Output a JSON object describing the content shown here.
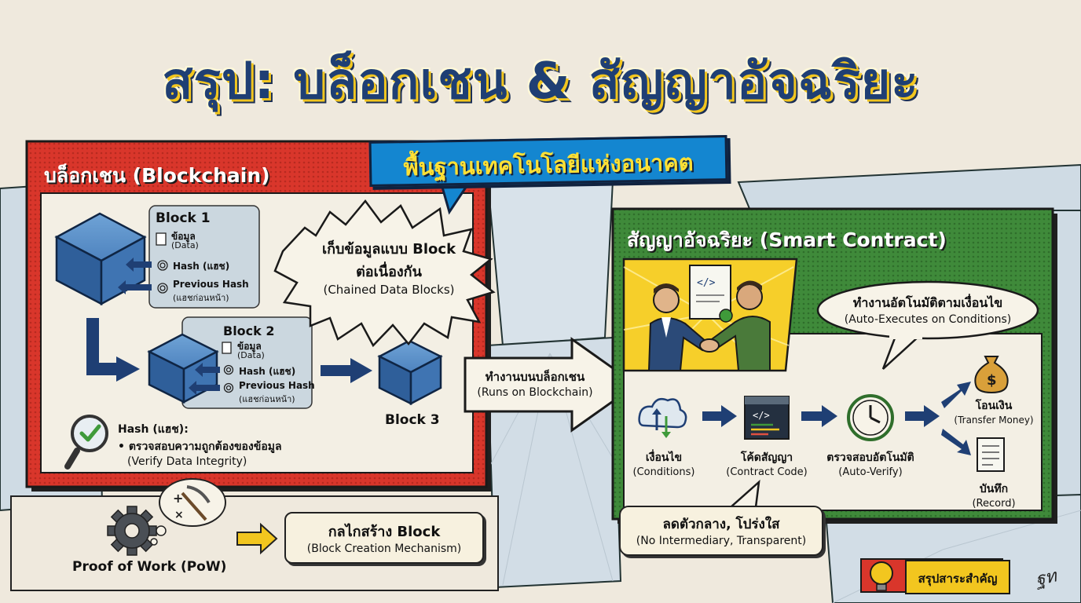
{
  "title": "สรุป: บล็อกเชน & สัญญาอัจฉริยะ",
  "banner": "พื้นฐานเทคโนโลยีแห่งอนาคต",
  "blockchain": {
    "title": "บล็อกเชน (Blockchain)",
    "block1": {
      "name": "Block 1",
      "data": "ข้อมูล",
      "data_en": "(Data)",
      "hash": "Hash (แฮช)",
      "prev": "Previous Hash",
      "prev_th": "(แฮชก่อนหน้า)"
    },
    "block2": {
      "name": "Block 2",
      "data": "ข้อมูล",
      "data_en": "(Data)",
      "hash": "Hash (แฮช)",
      "prev": "Previous Hash",
      "prev_th": "(แฮชก่อนหน้า)"
    },
    "block3": {
      "name": "Block 3"
    },
    "burst": {
      "line1": "เก็บข้อมูลแบบ Block",
      "line2": "ต่อเนื่องกัน",
      "line3": "(Chained Data Blocks)"
    },
    "hash_note": {
      "title": "Hash (แฮช):",
      "bullet": "ตรวจสอบความถูกต้องของข้อมูล",
      "en": "(Verify Data Integrity)"
    }
  },
  "pow": {
    "label": "Proof of Work (PoW)",
    "mechanism_line1": "กลไกสร้าง Block",
    "mechanism_line2": "(Block Creation Mechanism)"
  },
  "runs_on": {
    "line1": "ทำงานบนบล็อกเชน",
    "line2": "(Runs on Blockchain)"
  },
  "smart_contract": {
    "title": "สัญญาอัจฉริยะ (Smart Contract)",
    "auto_exec_line1": "ทำงานอัตโนมัติตามเงื่อนไข",
    "auto_exec_line2": "(Auto-Executes on Conditions)",
    "steps": [
      {
        "th": "เงื่อนไข",
        "en": "(Conditions)",
        "icon": "cloud-sync-icon"
      },
      {
        "th": "โค้ดสัญญา",
        "en": "(Contract Code)",
        "icon": "code-window-icon"
      },
      {
        "th": "ตรวจสอบอัตโนมัติ",
        "en": "(Auto-Verify)",
        "icon": "clock-icon"
      }
    ],
    "outputs": [
      {
        "th": "โอนเงิน",
        "en": "(Transfer Money)",
        "icon": "money-bag-icon"
      },
      {
        "th": "บันทึก",
        "en": "(Record)",
        "icon": "document-icon"
      }
    ],
    "benefit_line1": "ลดตัวกลาง, โปร่งใส",
    "benefit_line2": "(No Intermediary, Transparent)"
  },
  "summary_badge": "สรุปสาระสำคัญ",
  "signature": "ฐท",
  "colors": {
    "navy": "#1f3f74",
    "red": "#d9362b",
    "green": "#3f8a3a",
    "blue": "#1486d0",
    "yellow": "#f2c61f"
  }
}
